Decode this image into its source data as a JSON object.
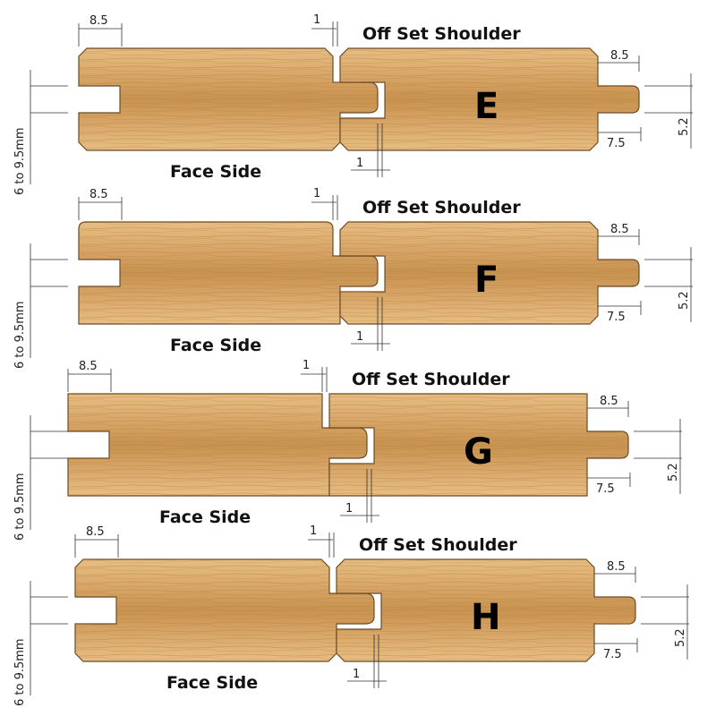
{
  "labels": {
    "offset_shoulder": "Off Set Shoulder",
    "face_side": "Face Side",
    "thickness": "6 to 9.5mm",
    "dim_shoulder": "1",
    "dim_edge": "8.5",
    "dim_tongue_length": "7.5",
    "dim_tongue_width": "5.2"
  },
  "profiles": [
    {
      "letter": "E",
      "edge": "chamfer"
    },
    {
      "letter": "F",
      "edge": "rounded"
    },
    {
      "letter": "G",
      "edge": "square"
    },
    {
      "letter": "H",
      "edge": "mixed"
    }
  ],
  "colors": {
    "wood_light": "#e8be84",
    "wood_dark": "#c8924f",
    "grain": "#b98140",
    "outline": "#6b4a24"
  }
}
